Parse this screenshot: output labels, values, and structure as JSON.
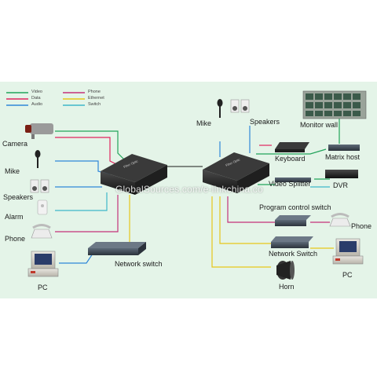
{
  "legend": {
    "items": [
      {
        "label": "Video",
        "color": "#22a35a"
      },
      {
        "label": "Data",
        "color": "#e0245e"
      },
      {
        "label": "Audio",
        "color": "#2f86d8"
      },
      {
        "label": "Phone",
        "color": "#c4327a"
      },
      {
        "label": "Ethernet",
        "color": "#e6c619"
      },
      {
        "label": "Switch",
        "color": "#3fb7c9"
      }
    ]
  },
  "devices": {
    "camera": "Camera",
    "mike_left": "Mike",
    "speakers_left": "Speakers",
    "alarm": "Alarm",
    "phone_left": "Phone",
    "pc_left": "PC",
    "network_switch_left": "Network switch",
    "mike_top": "Mike",
    "speakers_top": "Speakers",
    "monitor_wall": "Monitor wall",
    "keyboard": "Keyboard",
    "matrix_host": "Matrix host",
    "video_splitter": "Video Splitter",
    "dvr": "DVR",
    "program_control_switch": "Program control switch",
    "phone_right": "Phone",
    "network_switch_right": "Network Switch",
    "pc_right": "PC",
    "horn": "Horn"
  },
  "watermark": "GlobalSources.com/e-linkchina.co"
}
